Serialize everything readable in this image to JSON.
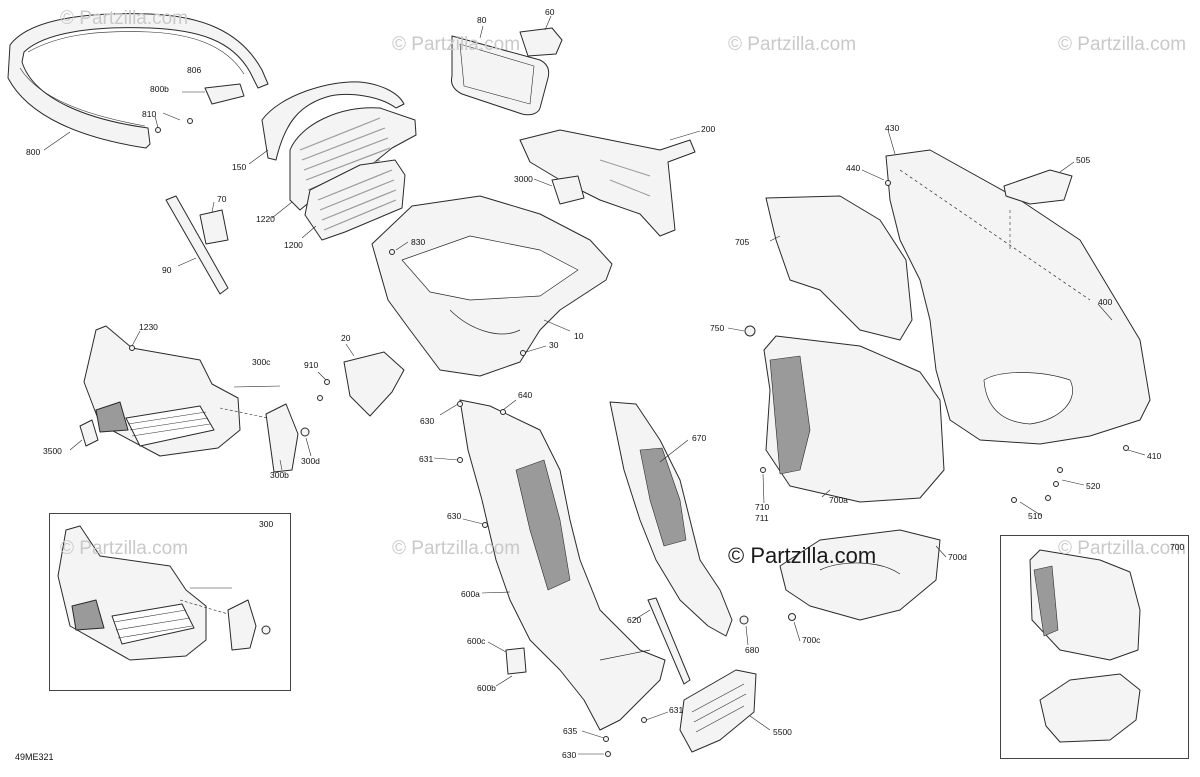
{
  "watermark_text": "© Partzilla.com",
  "brand_text": "© Partzilla.com",
  "diagram_code": "49ME321",
  "insets": {
    "left_ref": "300",
    "right_ref": "700"
  },
  "callouts": {
    "c800": "800",
    "c810": "810",
    "c800b": "800b",
    "c806": "806",
    "c150": "150",
    "c1220": "1220",
    "c1200": "1200",
    "c70": "70",
    "c90": "90",
    "c80": "80",
    "c60": "60",
    "c200": "200",
    "c3000": "3000",
    "c830": "830",
    "c10": "10",
    "c30": "30",
    "c1230": "1230",
    "c300c": "300c",
    "c910": "910",
    "c20": "20",
    "c3500": "3500",
    "c300b": "300b",
    "c300d": "300d",
    "c640": "640",
    "c630a": "630",
    "c631a": "631",
    "c630b": "630",
    "c600a": "600a",
    "c600c": "600c",
    "c600b": "600b",
    "c670": "670",
    "c620": "620",
    "c680": "680",
    "c631b": "631",
    "c5500": "5500",
    "c635": "635",
    "c630c": "630",
    "c430": "430",
    "c440": "440",
    "c505": "505",
    "c705": "705",
    "c400": "400",
    "c750": "750",
    "c410": "410",
    "c520": "520",
    "c510": "510",
    "c710": "710",
    "c711": "711",
    "c700a": "700a",
    "c700d": "700d",
    "c700c": "700c",
    "c300": "300",
    "c700": "700"
  },
  "colors": {
    "line": "#2a2a2a",
    "part_fill": "#f4f4f4",
    "shade": "#9a9a9a",
    "watermark": "#c9c9c9"
  }
}
